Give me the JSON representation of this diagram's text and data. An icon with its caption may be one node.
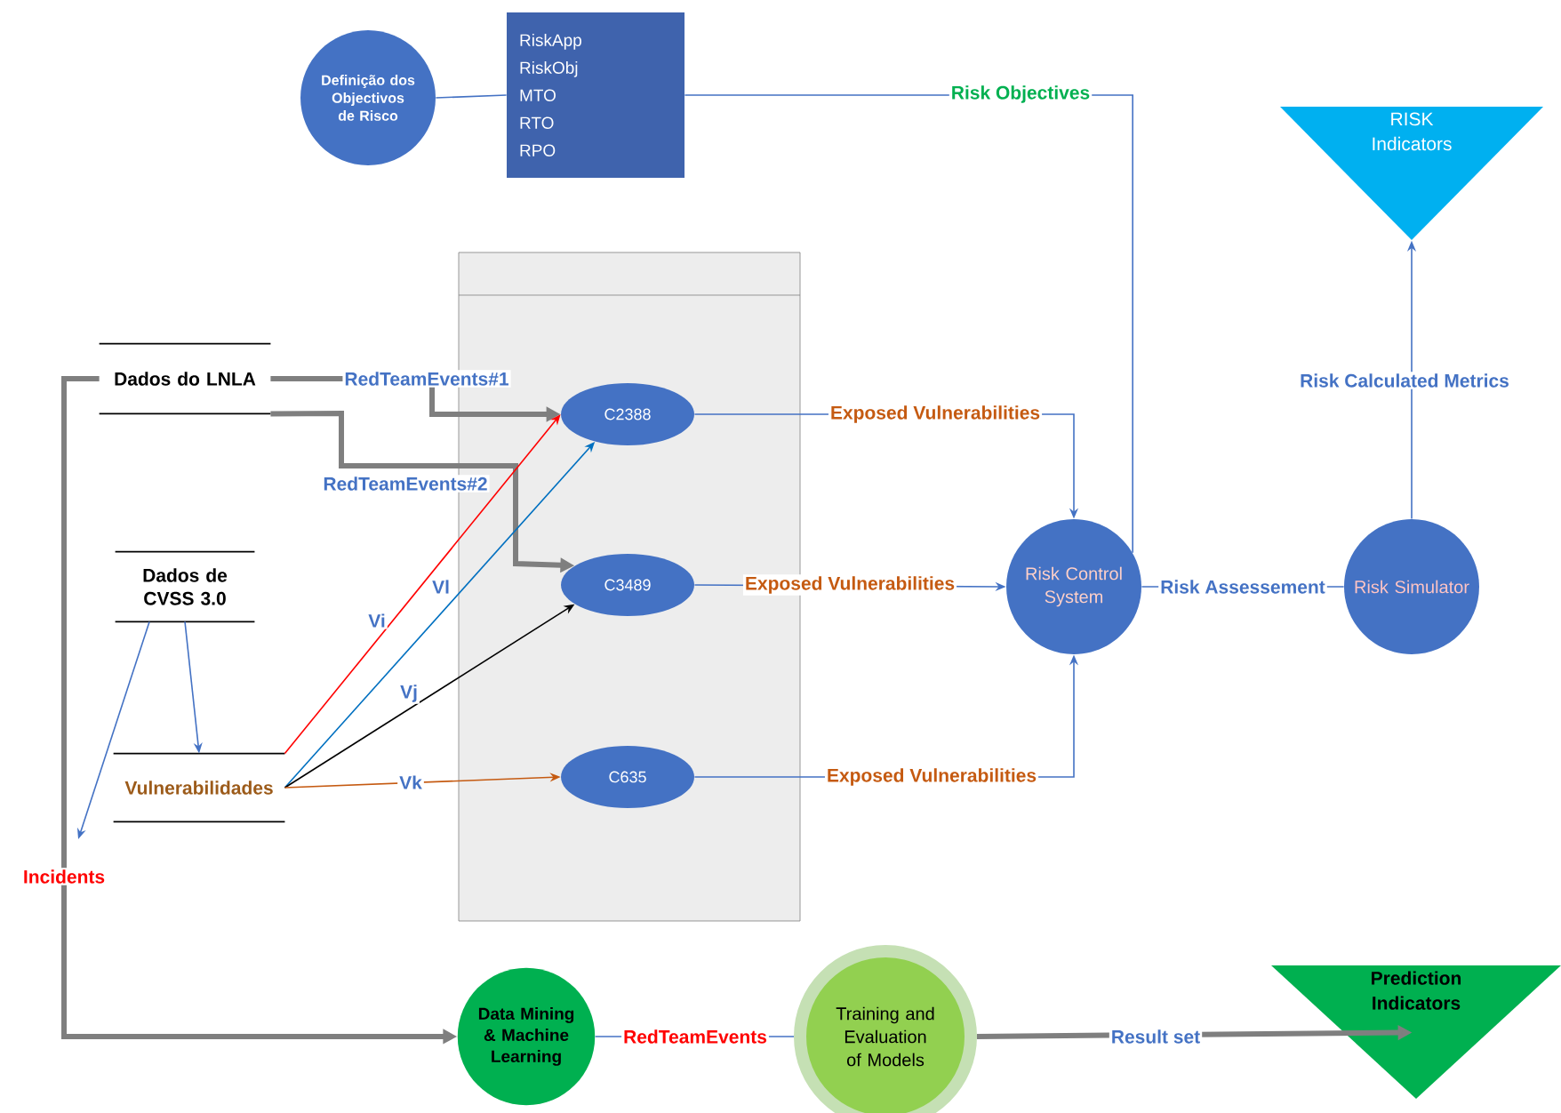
{
  "diagram": {
    "nodes": [
      {
        "text": [
          "Definição dos Objectivos de Risco"
        ]
      },
      {
        "text": [
          "RiskApp",
          "RiskObj",
          "MTO",
          "RTO",
          "RPO"
        ]
      },
      {
        "text": [],
        "shape": "box"
      },
      {
        "text": [
          "Dados do LNLA"
        ]
      },
      {
        "text": [
          "Dados de CVSS 3.0"
        ]
      },
      {
        "text": [
          "Vulnerabilidades"
        ]
      },
      {
        "text": [
          "C2388"
        ],
        "in": 2
      },
      {
        "text": [
          "C3489"
        ],
        "in": 2
      },
      {
        "text": [
          "C635"
        ],
        "in": 2
      },
      {
        "text": [
          "Risk Control System"
        ]
      },
      {
        "text": [
          "Risk Simulator"
        ]
      },
      {
        "text": [
          "RISK Indicators"
        ]
      },
      {
        "text": [
          "Data Mining & Machine Learning"
        ]
      },
      {
        "text": [
          "Training and Evaluation of Models"
        ]
      },
      {
        "text": [
          "Prediction Indicators"
        ]
      }
    ],
    "edges": [
      {
        "from": 0,
        "to": 1,
        "arrow": "none"
      },
      {
        "from": 1,
        "to": 9,
        "arrow": "none",
        "label": "Risk Objectives"
      },
      {
        "from": 3,
        "to": 6,
        "arrow": "to",
        "label": "RedTeamEvents#1",
        "style": "thick",
        "color": "#7f7f7f"
      },
      {
        "from": 3,
        "to": 7,
        "arrow": "to",
        "label": "RedTeamEvents#2",
        "style": "thick",
        "color": "#7f7f7f"
      },
      {
        "from": 3,
        "to": 12,
        "arrow": "to",
        "label": "Incidents",
        "style": "thick",
        "color": "#7f7f7f"
      },
      {
        "from": 4,
        "to": 5,
        "arrow": "to"
      },
      {
        "from": 4,
        "to": null,
        "arrow": "to"
      },
      {
        "from": 5,
        "to": 6,
        "arrow": "to",
        "label": "Vi",
        "color": "#ff0000"
      },
      {
        "from": 5,
        "to": 6,
        "arrow": "to",
        "label": "Vl",
        "color": "#0070c0"
      },
      {
        "from": 5,
        "to": 7,
        "arrow": "to",
        "label": "Vj",
        "color": "#000000"
      },
      {
        "from": 5,
        "to": 8,
        "arrow": "to",
        "label": "Vk",
        "color": "#c55a11"
      },
      {
        "from": 6,
        "to": 9,
        "arrow": "to",
        "label": "Exposed Vulnerabilities"
      },
      {
        "from": 7,
        "to": 9,
        "arrow": "to",
        "label": "Exposed Vulnerabilities"
      },
      {
        "from": 8,
        "to": 9,
        "arrow": "to",
        "label": "Exposed Vulnerabilities"
      },
      {
        "from": 9,
        "to": 10,
        "arrow": "none",
        "label": "Risk Assessement"
      },
      {
        "from": 10,
        "to": 11,
        "arrow": "to",
        "label": "Risk Calculated Metrics"
      },
      {
        "from": 12,
        "to": 13,
        "arrow": "none",
        "label": "RedTeamEvents"
      },
      {
        "from": 13,
        "to": 14,
        "arrow": "to",
        "label": "Result set",
        "style": "thick",
        "color": "#7f7f7f"
      }
    ]
  }
}
